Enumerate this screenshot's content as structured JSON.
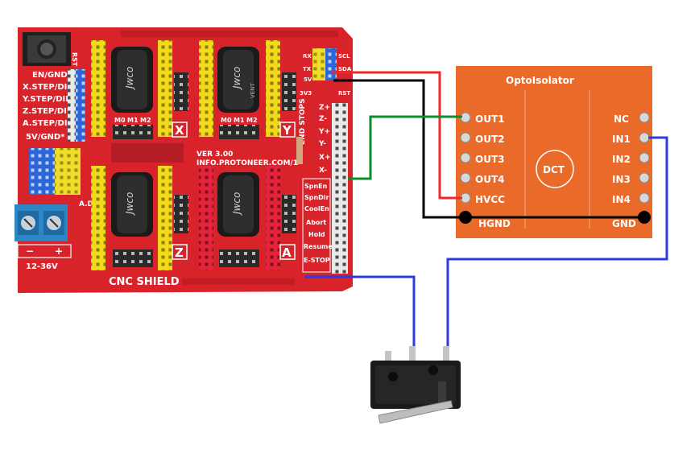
{
  "cnc_shield": {
    "title": "CNC SHIELD",
    "version": "VER 3.00",
    "url": "INFO.PROTONEER.COM/1",
    "rst": "RST",
    "left_labels": [
      "EN/GND",
      "X.STEP/DIR",
      "Y.STEP/DIR",
      "Z.STEP/DIR",
      "A.STEP/DIR",
      "5V/GND*"
    ],
    "a_dir": "A.DIR",
    "voltage": "12-36V",
    "minus": "−",
    "plus": "+",
    "axes": [
      "X",
      "Y",
      "Z",
      "A"
    ],
    "microstep": [
      "M0",
      "M1",
      "M2"
    ],
    "end_stops": "END STOPS",
    "stop_pins": [
      "Z+",
      "Z-",
      "Y+",
      "Y-",
      "X+",
      "X-"
    ],
    "control_labels": [
      "SpnEn",
      "SpnDir",
      "CoolEn",
      "Abort",
      "Hold",
      "Resume",
      "E-STOP"
    ],
    "top_right_labels": [
      "RX",
      "TX",
      "5V",
      "3V3",
      "SCL",
      "SDA",
      "RST"
    ],
    "cap_brand": "Jwco",
    "cap_brand_small": "VENT"
  },
  "optoisolator": {
    "title": "OptoIsolator",
    "chip": "DCT",
    "left_pins": [
      "OUT1",
      "OUT2",
      "OUT3",
      "OUT4",
      "HVCC",
      "HGND"
    ],
    "right_pins": [
      "NC",
      "IN1",
      "IN2",
      "IN3",
      "IN4",
      "GND"
    ]
  },
  "colors": {
    "shield_red": "#d9232b",
    "opto_orange": "#ea6a2a",
    "wire_red": "#ee2a2a",
    "wire_black": "#000000",
    "wire_green": "#0c8c2c",
    "wire_blue": "#2c3ae0"
  }
}
